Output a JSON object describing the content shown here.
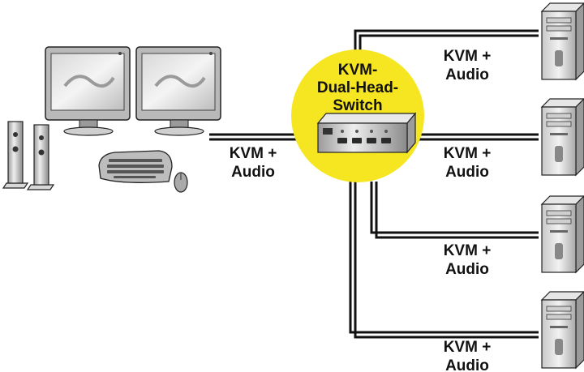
{
  "switch": {
    "title_line1": "KVM-",
    "title_line2": "Dual-Head-",
    "title_line3": "Switch",
    "badge_color": "#f6e622"
  },
  "host_link": {
    "line1": "KVM +",
    "line2": "Audio"
  },
  "outputs": [
    {
      "line1": "KVM +",
      "line2": "Audio"
    },
    {
      "line1": "KVM +",
      "line2": "Audio"
    },
    {
      "line1": "KVM +",
      "line2": "Audio"
    },
    {
      "line1": "KVM +",
      "line2": "Audio"
    }
  ],
  "icons": {
    "monitor": "monitor-icon",
    "keyboard": "keyboard-icon",
    "mouse": "mouse-icon",
    "speaker": "speaker-icon",
    "computer": "tower-computer-icon",
    "kvm_device": "kvm-switch-device-icon"
  }
}
